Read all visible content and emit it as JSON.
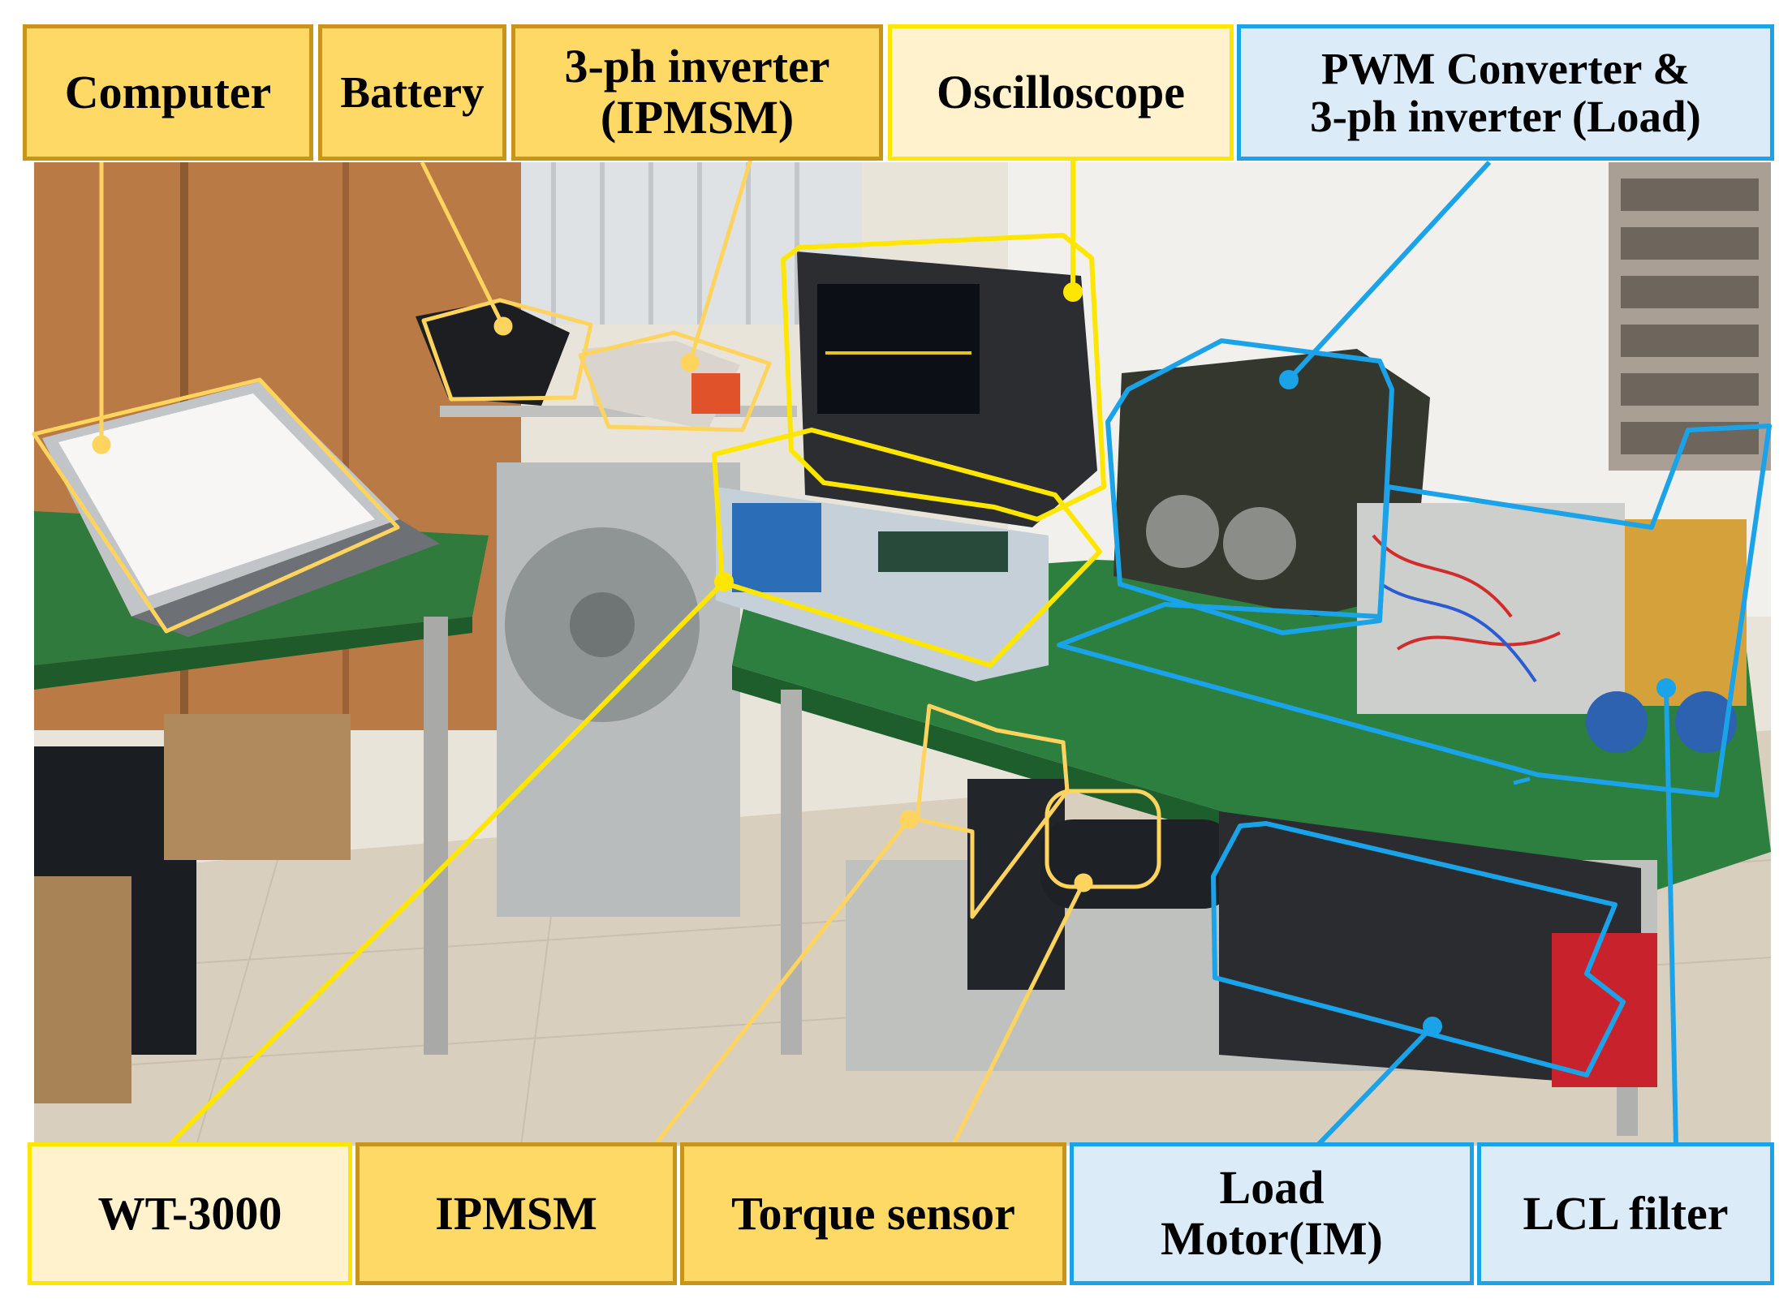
{
  "labels": {
    "computer": "Computer",
    "battery": "Battery",
    "inverter_ipmsm_line1": "3-ph inverter",
    "inverter_ipmsm_line2": "(IPMSM)",
    "oscilloscope": "Oscilloscope",
    "pwm_line1": "PWM Converter &",
    "pwm_line2": "3-ph inverter (Load)",
    "wt3000": "WT-3000",
    "ipmsm": "IPMSM",
    "torque_sensor": "Torque sensor",
    "load_motor_line1": "Load",
    "load_motor_line2": "Motor(IM)",
    "lcl_filter": "LCL filter"
  },
  "colors": {
    "dark_gold_border": "#c8951a",
    "gold_fill": "#ffd966",
    "light_gold_fill": "#fff2cc",
    "yellow_outline": "#ffe600",
    "blue_outline": "#1aa3e8",
    "blue_fill": "#dcebf8"
  }
}
